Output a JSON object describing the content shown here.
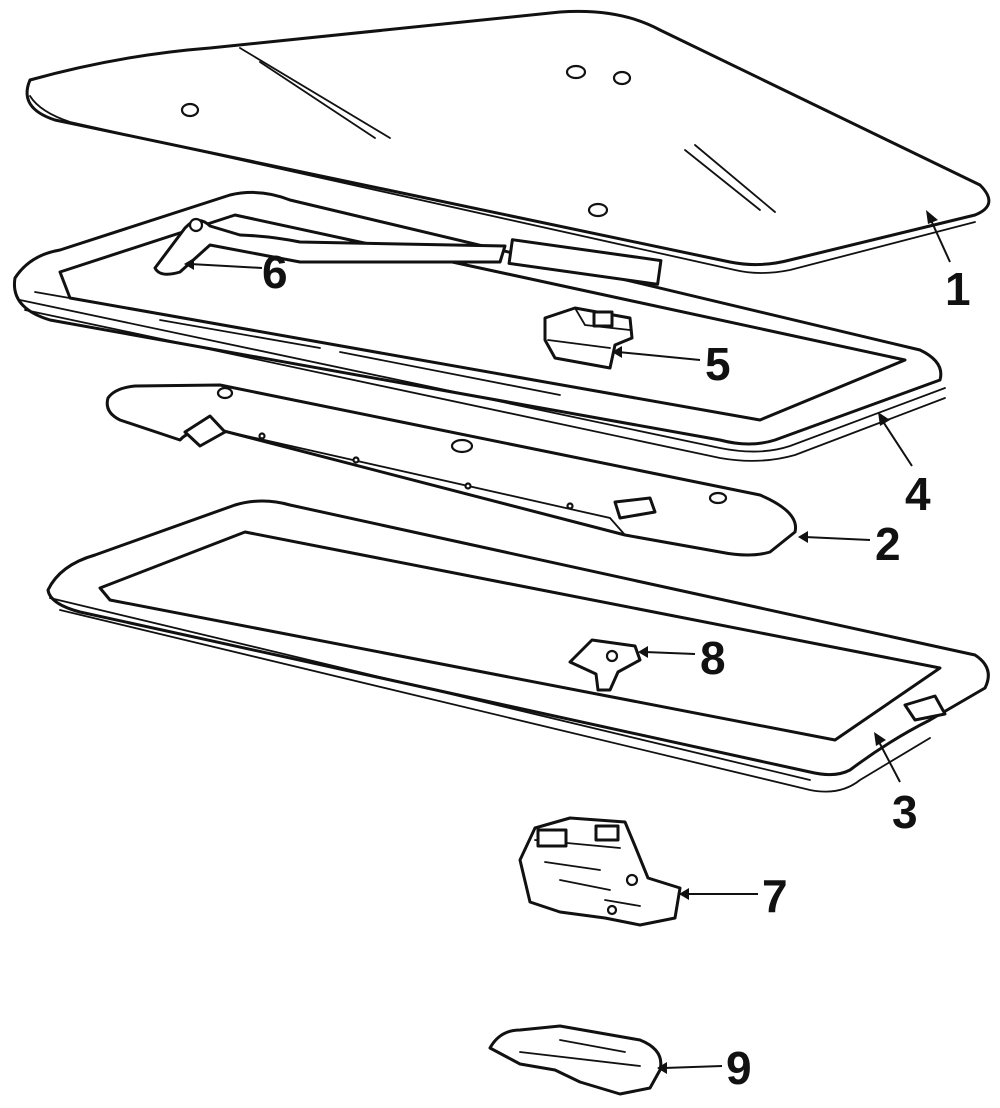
{
  "diagram": {
    "callouts": [
      {
        "id": "glass-panel",
        "label": "1"
      },
      {
        "id": "deflector-panel",
        "label": "2"
      },
      {
        "id": "weatherstrip",
        "label": "3"
      },
      {
        "id": "frame",
        "label": "4"
      },
      {
        "id": "guide",
        "label": "5"
      },
      {
        "id": "link",
        "label": "6"
      },
      {
        "id": "motor",
        "label": "7"
      },
      {
        "id": "bracket",
        "label": "8"
      },
      {
        "id": "handle",
        "label": "9"
      }
    ],
    "colors": {
      "ink": "#111111",
      "paper": "#ffffff"
    }
  }
}
